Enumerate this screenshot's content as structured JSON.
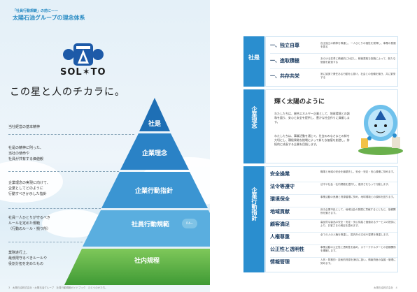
{
  "header": {
    "small_title": "「社員行動規範」の前に——",
    "title": "太陽石油グループの理念体系"
  },
  "logo": {
    "text": "SOL✶TO"
  },
  "slogan": "この星と人のチカラに。",
  "pyramid": {
    "levels": [
      {
        "label": "社是",
        "desc": [
          "当社経営の基本精神"
        ]
      },
      {
        "label": "企業理念",
        "desc": [
          "社是の精神に則った、",
          "当社の使命や",
          "社員が共有する価値観"
        ]
      },
      {
        "label": "企業行動指針",
        "desc": [
          "企業理念の実現に向けて、",
          "企業としてどのように",
          "行動すべきか示した指針"
        ]
      },
      {
        "label": "社員行動規範",
        "desc": [
          "社員一人ひとりが守るべき",
          "ルールを定めた規範",
          "（行動のルール・拠り所）"
        ]
      },
      {
        "label": "社内規程",
        "desc": [
          "業務遂行上、",
          "最低限守るべきルールや",
          "役割分担を定めたもの"
        ]
      }
    ],
    "badge": "P.4〜"
  },
  "footer": {
    "left": "3　太陽石油株式会社・太陽石油グループ　社員行動規範ガイドブック　ひとつのかたち。",
    "right": "太陽石油株式会社　4"
  },
  "shaze": {
    "bar_label": "社是",
    "items": [
      {
        "label": "一、独立自尊",
        "desc": "自主独立の精神を尊重し、一人ひとりの個性を発揮し、事業の発展を図る"
      },
      {
        "label": "一、進取積極",
        "desc": "あらゆる変革に積極的に対応し、積極果敢な挑戦によって、新たな価値を創造する"
      },
      {
        "label": "一、共存共栄",
        "desc": "常に誠実で責任ある行動を心掛け、社会との信頼を築き、共に繁栄する"
      }
    ]
  },
  "vision": {
    "bar_label": "企業理念",
    "title": "輝く太陽のように",
    "paragraphs": [
      "わたしたちは、総合エネルギー企業として、地球環境との調和を図り、安心と安全を提供し、豊かな社会作りに貢献します。",
      "わたしたちは、事業活動を通じて、社会のみなさまとの絆を大切にし、積極果敢な挑戦によって新たな価値を創造し、持続的に成長する企業を目指します。"
    ]
  },
  "guidelines": {
    "bar_label": "企業行動指針",
    "items": [
      {
        "label": "安全操業",
        "desc": "職場と地域の安全を最優先し、安全・安定・安心操業に努めます。"
      },
      {
        "label": "法令等遵守",
        "desc": "法令や社会・社内規範を遵守し、高潔さをもって行動します。"
      },
      {
        "label": "環境保全",
        "desc": "事業活動の良識と資源循環に努め、地球環境との調和を図ります。"
      },
      {
        "label": "地域貢献",
        "desc": "良き企業市民として、地域社会の発展に貢献するとともに、信頼関係を築きます。"
      },
      {
        "label": "顧客満足",
        "desc": "高品質な製品の安全・安定・安心供給と価値あるサービスの提供により、お客さまの満足を高めます。"
      },
      {
        "label": "人権尊重",
        "desc": "全ての人の人権を尊重し、国内外の文化や習慣を尊重します。"
      },
      {
        "label": "公正性と透明性",
        "desc": "事業活動の公正性と透明性を高め、ステークホルダーとの信頼関係を構築します。"
      },
      {
        "label": "情報管理",
        "desc": "人的・財務的・技術的資源を適切に扱い、情報資産の保護・管理に努めます。"
      }
    ]
  }
}
